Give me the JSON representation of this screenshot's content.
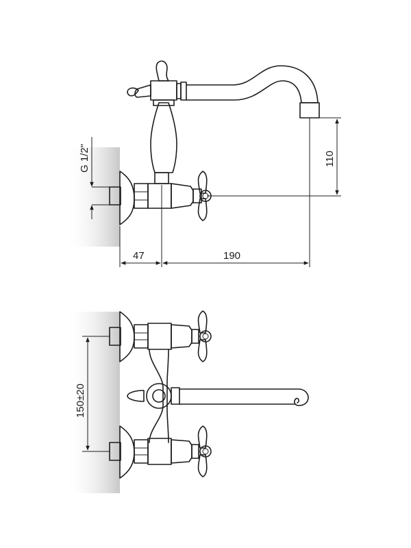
{
  "dimensions": {
    "thread": "G 1/2\"",
    "wall_offset": "47",
    "spout_reach": "190",
    "spout_height": "110",
    "centres": "150±20"
  },
  "colors": {
    "line": "#1c1c1c",
    "wall_shade": "#c8c8c8",
    "background": "#ffffff"
  }
}
